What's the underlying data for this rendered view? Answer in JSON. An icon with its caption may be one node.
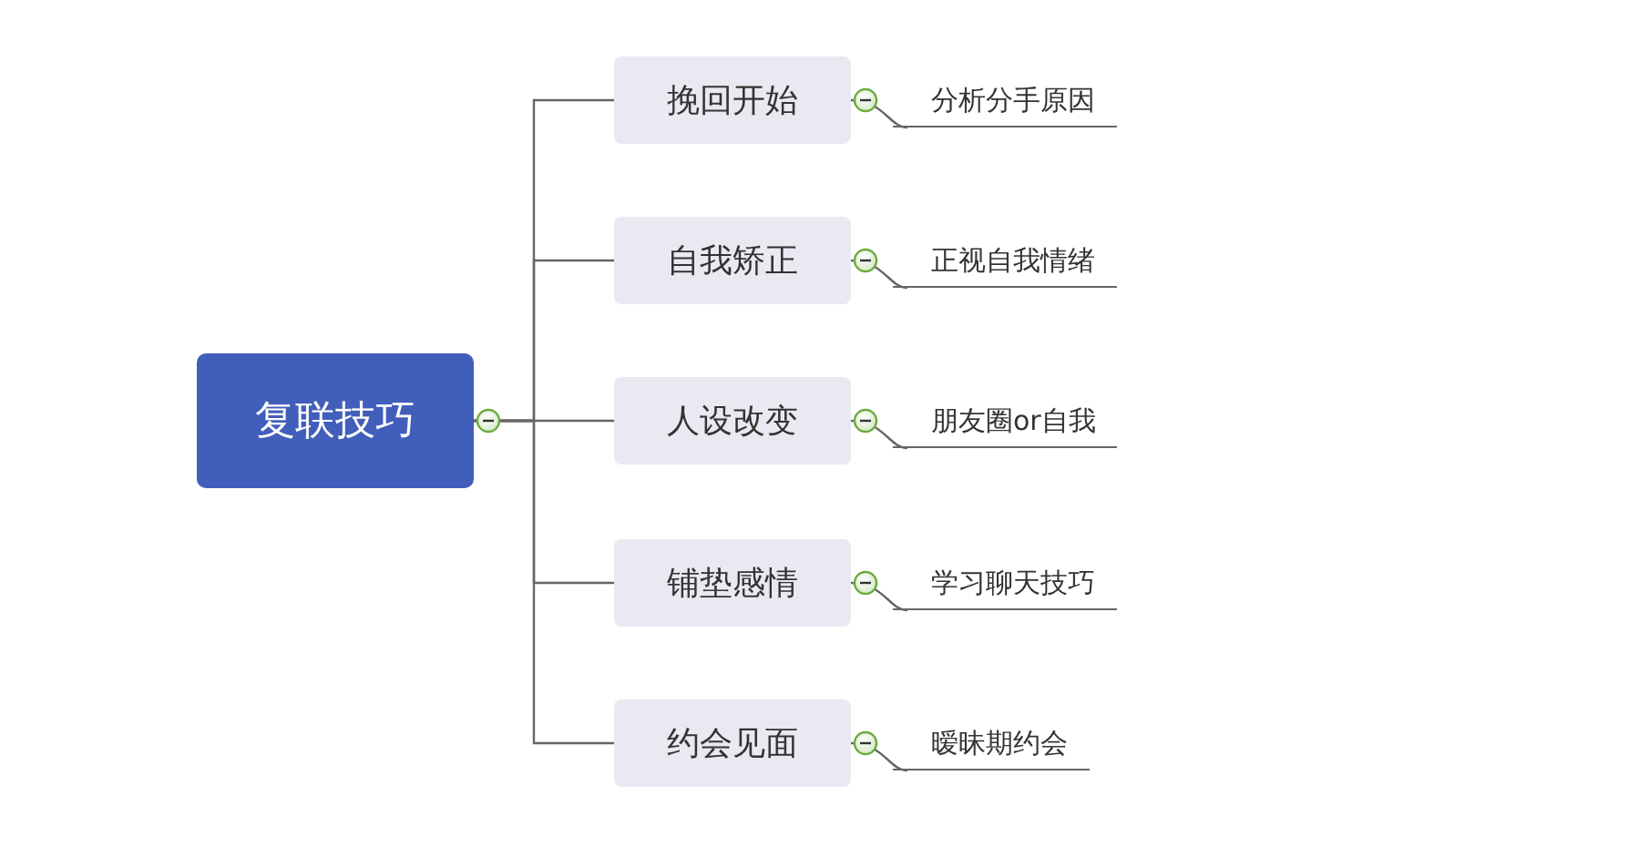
{
  "diagram": {
    "nodes": [
      {
        "text": [
          "复联技巧"
        ]
      },
      {
        "text": [
          "挽回开始"
        ]
      },
      {
        "text": [
          "自我矫正"
        ]
      },
      {
        "text": [
          "人设改变"
        ]
      },
      {
        "text": [
          "铺垫感情"
        ]
      },
      {
        "text": [
          "约会见面"
        ]
      },
      {
        "text": [
          "分析分手原因"
        ]
      },
      {
        "text": [
          "正视自我情绪"
        ]
      },
      {
        "text": [
          "朋友圈or自我"
        ]
      },
      {
        "text": [
          "学习聊天技巧"
        ]
      },
      {
        "text": [
          "暧昧期约会"
        ]
      }
    ],
    "edges": [
      {
        "from": 0,
        "to": 1,
        "arrow": "none"
      },
      {
        "from": 0,
        "to": 2,
        "arrow": "none"
      },
      {
        "from": 0,
        "to": 3,
        "arrow": "none"
      },
      {
        "from": 0,
        "to": 4,
        "arrow": "none"
      },
      {
        "from": 0,
        "to": 5,
        "arrow": "none"
      },
      {
        "from": 1,
        "to": 6,
        "arrow": "none"
      },
      {
        "from": 2,
        "to": 7,
        "arrow": "none"
      },
      {
        "from": 3,
        "to": 8,
        "arrow": "none"
      },
      {
        "from": 4,
        "to": 9,
        "arrow": "none"
      },
      {
        "from": 5,
        "to": 10,
        "arrow": "none"
      }
    ]
  }
}
